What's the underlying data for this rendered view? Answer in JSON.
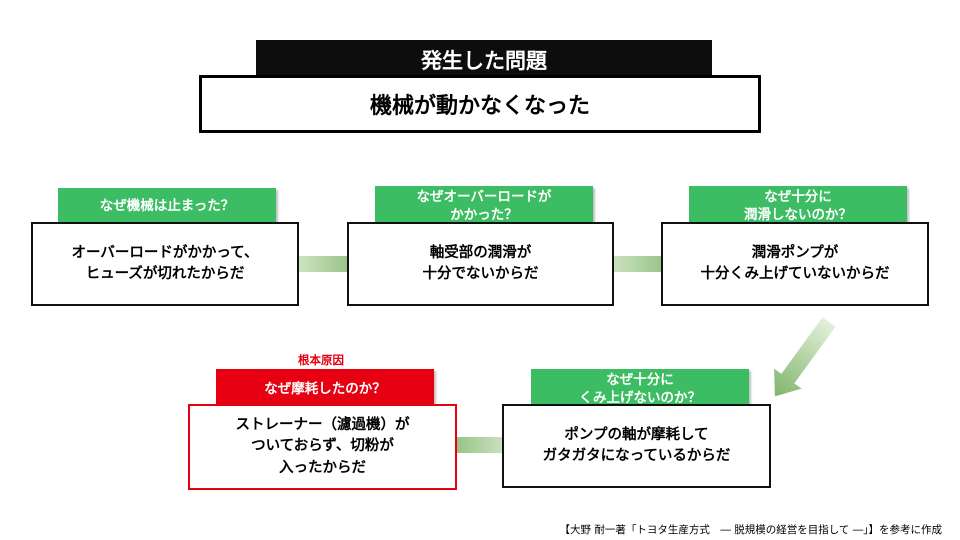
{
  "header": {
    "label": "発生した問題",
    "problem": "機械が動かなくなった"
  },
  "steps": [
    {
      "question": "なぜ機械は止まった？",
      "answer": "オーバーロードがかかって、\nヒューズが切れたからだ"
    },
    {
      "question": "なぜオーバーロードが\nかかった？",
      "answer": "軸受部の潤滑が\n十分でないからだ"
    },
    {
      "question": "なぜ十分に\n潤滑しないのか？",
      "answer": "潤滑ポンプが\n十分くみ上げていないからだ"
    },
    {
      "question": "なぜ十分に\nくみ上げないのか？",
      "answer": "ポンプの軸が摩耗して\nガタガタになっているからだ"
    },
    {
      "question": "なぜ摩耗したのか？",
      "answer": "ストレーナー（濾過機）が\nついておらず、切粉が\n入ったからだ"
    }
  ],
  "root_cause_label": "根本原因",
  "source_note": "【大野 耐一著「トヨタ生産方式　― 脱規模の経営を目指して ―」】を参考に作成",
  "colors": {
    "question_green": "#3cbc63",
    "root_red": "#e60012",
    "arrow_green_light": "#e4f0da",
    "arrow_green_dark": "#7fb56c"
  }
}
